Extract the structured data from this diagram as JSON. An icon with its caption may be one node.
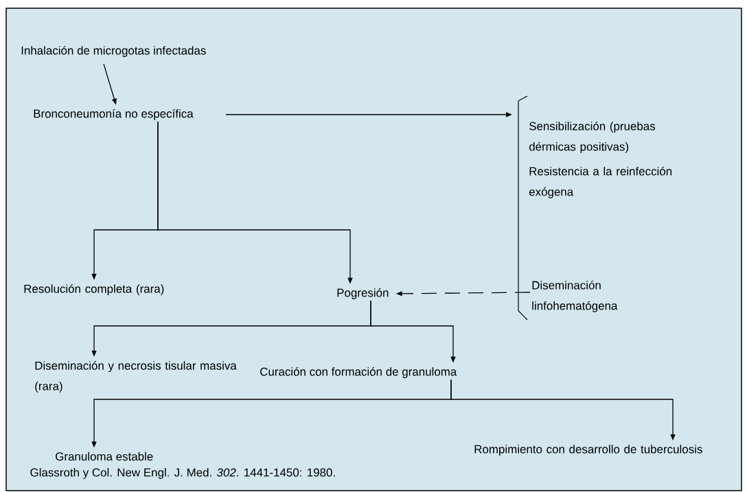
{
  "diagram": {
    "caption": "Glassroth y Col. New Engl. J. Med. *302*. 1441-1450: 1980.",
    "nodes": [
      {
        "text": [
          "Inhalación de microgotas infectadas"
        ]
      },
      {
        "text": [
          "Bronconeumonía no específica"
        ]
      },
      {
        "text": [
          "Sensibilización (pruebas dérmicas positivas)",
          "Resistencia a la reinfección exógena"
        ]
      },
      {
        "text": [
          "Diseminación linfohematógena"
        ]
      },
      {
        "text": [
          "Resolución completa (rara)"
        ]
      },
      {
        "text": [
          "Pogresión"
        ]
      },
      {
        "text": [
          "Diseminación y necrosis tisular masiva (rara)"
        ]
      },
      {
        "text": [
          "Curación con formación de granuloma"
        ]
      },
      {
        "text": [
          "Granuloma estable"
        ]
      },
      {
        "text": [
          "Rompimiento con desarrollo de tuberculosis"
        ]
      }
    ],
    "edges": [
      {
        "from": 0,
        "to": 1,
        "arrow": "to"
      },
      {
        "from": 1,
        "to": 4,
        "arrow": "to"
      },
      {
        "from": 1,
        "to": 5,
        "arrow": "to"
      },
      {
        "from": 1,
        "to": 2,
        "arrow": "to"
      },
      {
        "from": 3,
        "to": 5,
        "arrow": "to",
        "style": "dashed"
      },
      {
        "from": 5,
        "to": 6,
        "arrow": "to"
      },
      {
        "from": 5,
        "to": 7,
        "arrow": "to"
      },
      {
        "from": 7,
        "to": 8,
        "arrow": "to"
      },
      {
        "from": 7,
        "to": 9,
        "arrow": "to"
      }
    ]
  }
}
